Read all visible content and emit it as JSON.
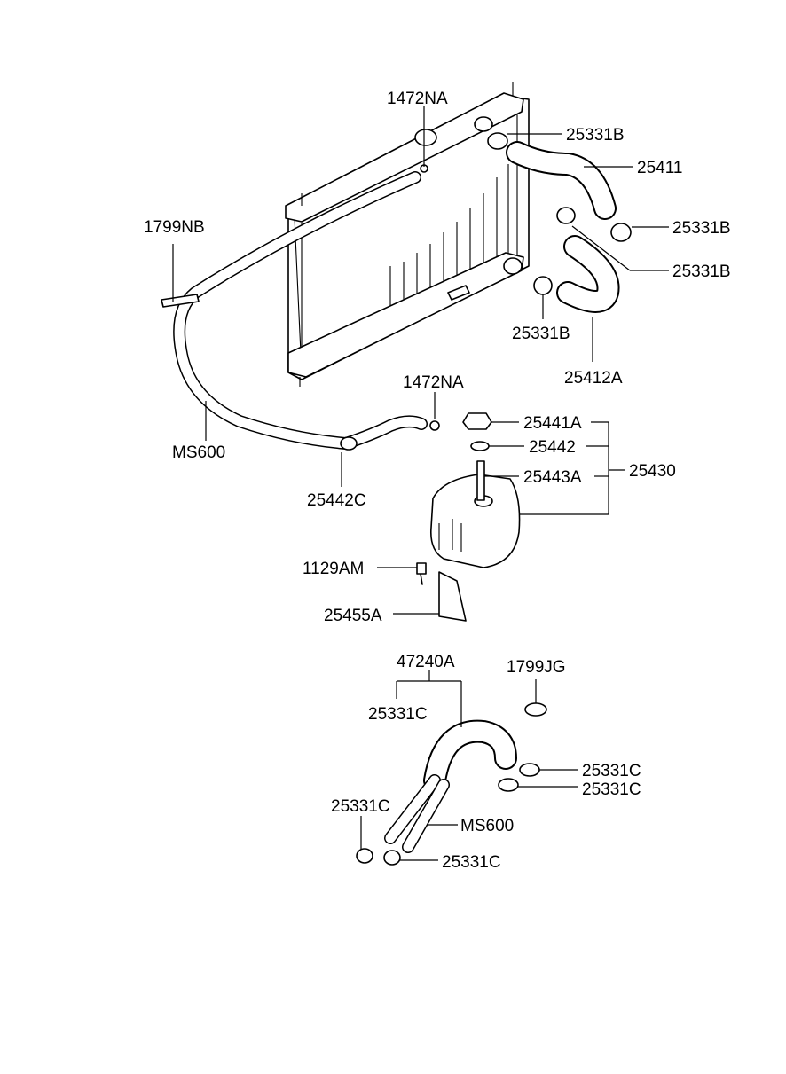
{
  "labels": {
    "l_1472NA_top": "1472NA",
    "l_25331B_1": "25331B",
    "l_25411": "25411",
    "l_25331B_2": "25331B",
    "l_25331B_3": "25331B",
    "l_1799NB": "1799NB",
    "l_25331B_4": "25331B",
    "l_25412A": "25412A",
    "l_1472NA_mid": "1472NA",
    "l_25441A": "25441A",
    "l_25442": "25442",
    "l_25430": "25430",
    "l_25443A": "25443A",
    "l_MS600_1": "MS600",
    "l_25442C": "25442C",
    "l_1129AM": "1129AM",
    "l_25455A": "25455A",
    "l_47240A": "47240A",
    "l_1799JG": "1799JG",
    "l_25331C_1": "25331C",
    "l_25331C_2": "25331C",
    "l_25331C_3": "25331C",
    "l_25331C_4": "25331C",
    "l_MS600_2": "MS600",
    "l_25331C_5": "25331C"
  }
}
